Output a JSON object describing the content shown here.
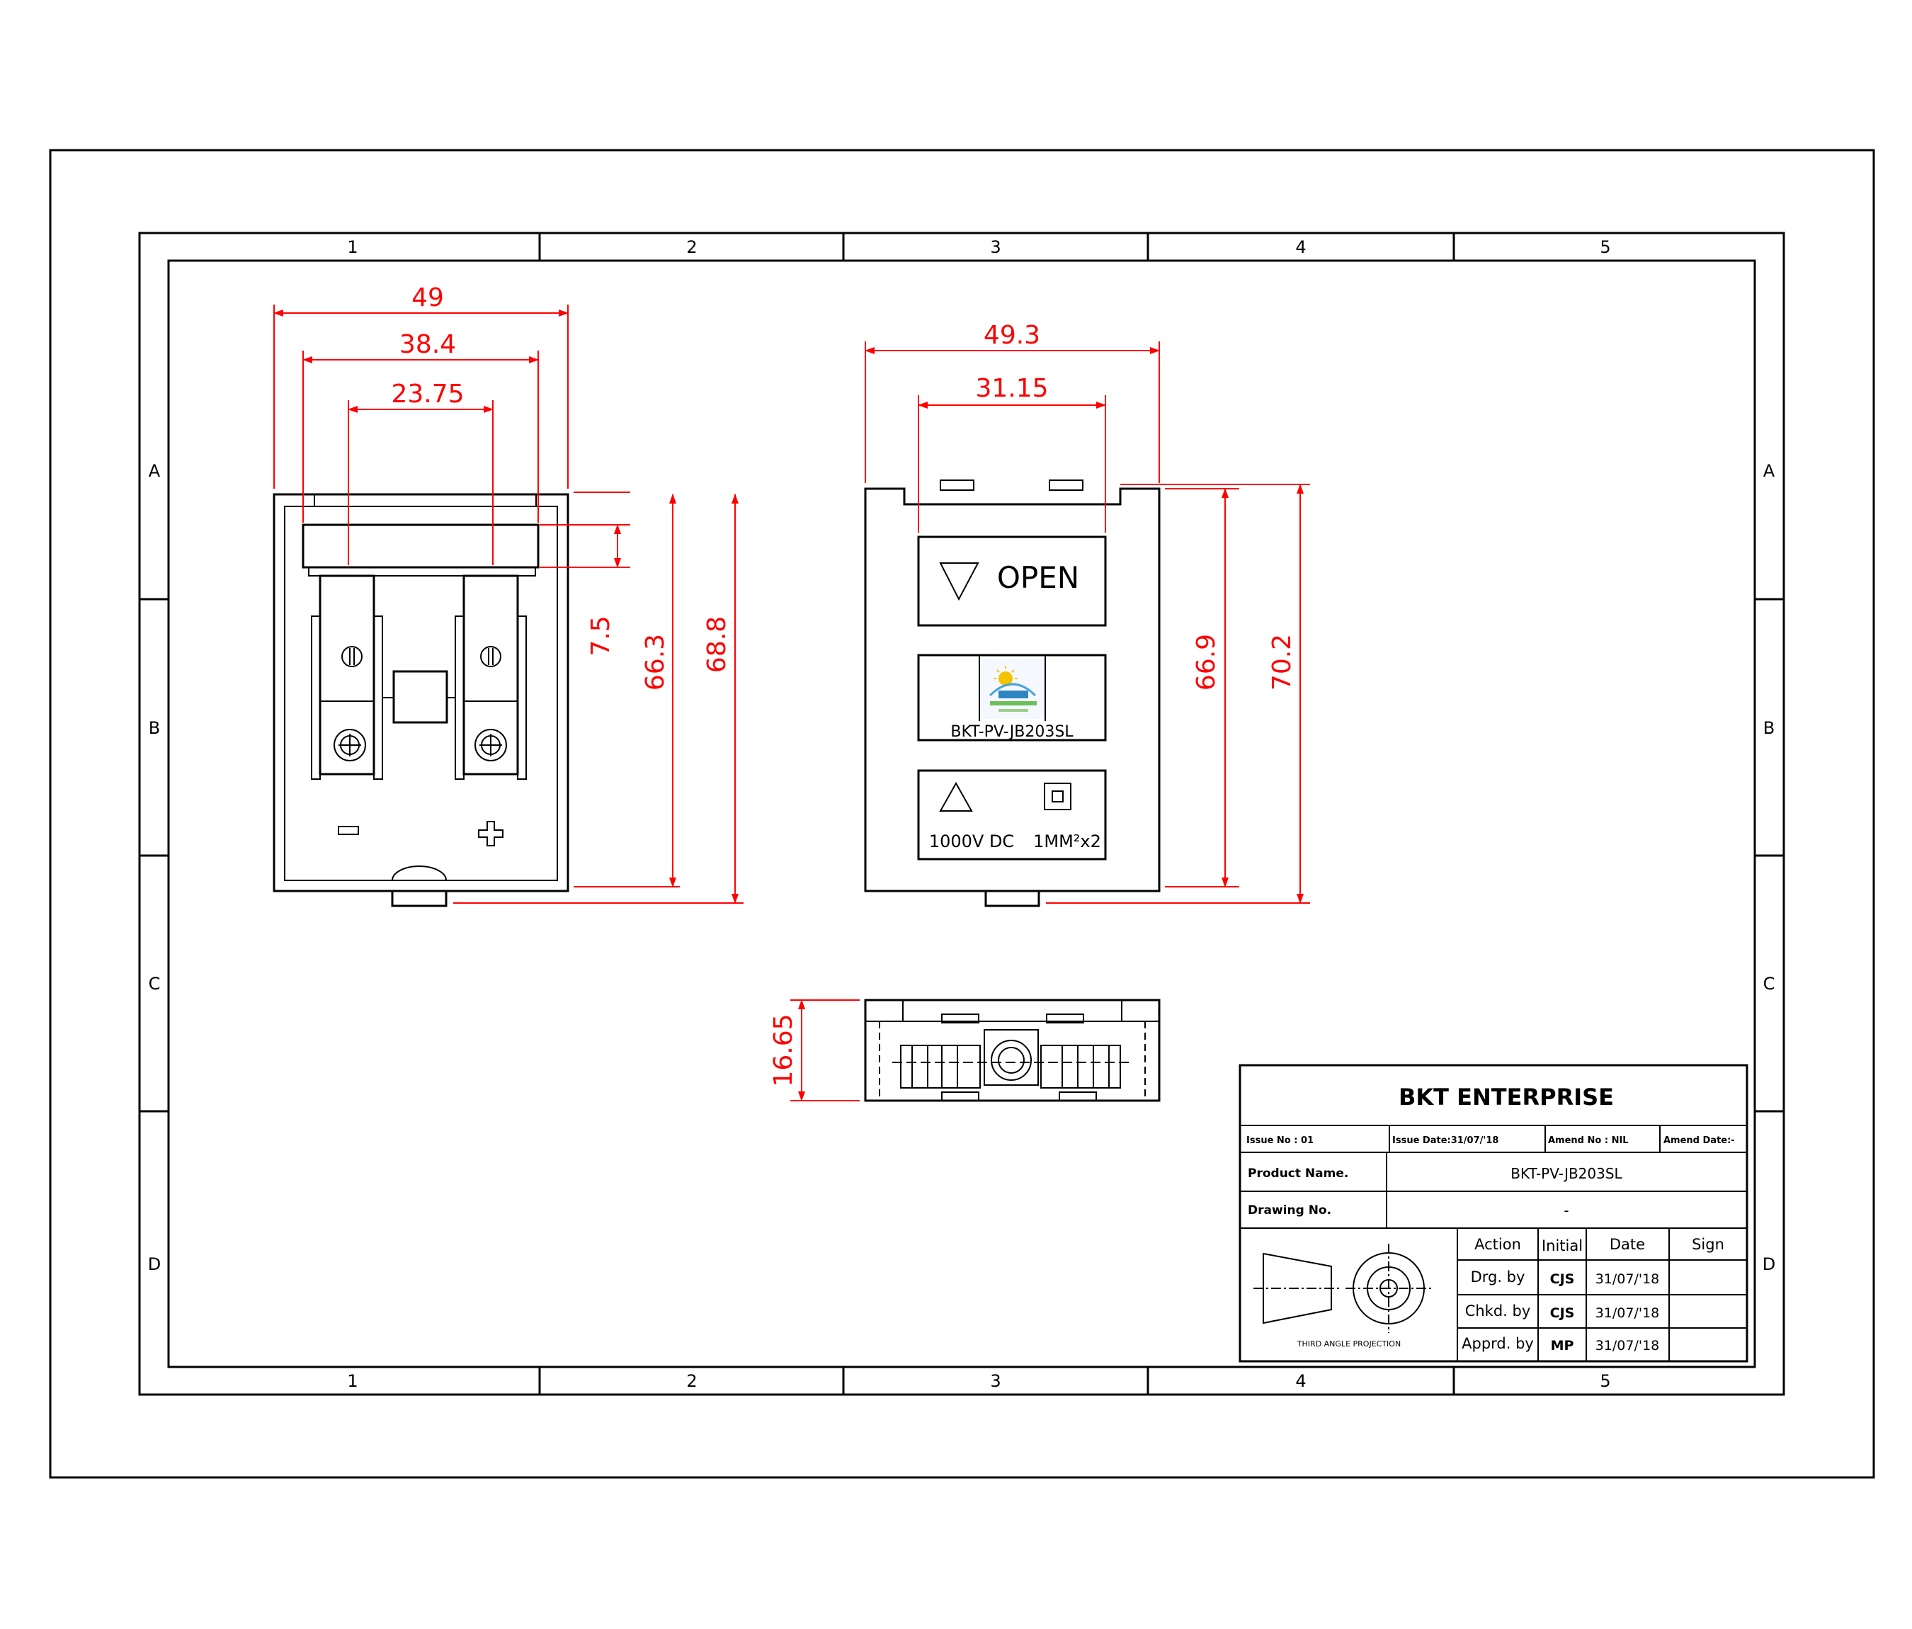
{
  "sheet": {
    "zone_columns": [
      "1",
      "2",
      "3",
      "4",
      "5"
    ],
    "zone_rows": [
      "A",
      "B",
      "C",
      "D"
    ]
  },
  "views": {
    "left": {
      "dimensions": {
        "width_49": "49",
        "width_38_4": "38.4",
        "width_23_75": "23.75",
        "height_7_5": "7.5",
        "height_66_3": "66.3",
        "height_68_8": "68.8"
      },
      "terminal_symbols": {
        "negative": "minus",
        "positive": "plus"
      }
    },
    "front": {
      "dimensions": {
        "width_49_3": "49.3",
        "width_31_15": "31.15",
        "height_66_9": "66.9",
        "height_70_2": "70.2"
      },
      "label_open": "OPEN",
      "label_model": "BKT-PV-JB203SL",
      "label_voltage": "1000V DC",
      "label_wire": "1MM²x2"
    },
    "bottom": {
      "dimensions": {
        "height_16_65": "16.65"
      }
    }
  },
  "title_block": {
    "company": "BKT ENTERPRISE",
    "issue_no": "Issue No : 01",
    "issue_date": "Issue Date:31/07/'18",
    "amend_no": "Amend No : NIL",
    "amend_date": "Amend Date:-",
    "product_name_label": "Product Name.",
    "product_name_value": "BKT-PV-JB203SL",
    "drawing_no_label": "Drawing No.",
    "drawing_no_value": "-",
    "projection_label": "THIRD ANGLE PROJECTION",
    "approval_headers": [
      "Action",
      "Initial",
      "Date",
      "Sign"
    ],
    "approval_rows": [
      {
        "action": "Drg. by",
        "initial": "CJS",
        "date": "31/07/'18",
        "sign": ""
      },
      {
        "action": "Chkd. by",
        "initial": "CJS",
        "date": "31/07/'18",
        "sign": ""
      },
      {
        "action": "Apprd. by",
        "initial": "MP",
        "date": "31/07/'18",
        "sign": ""
      }
    ]
  }
}
